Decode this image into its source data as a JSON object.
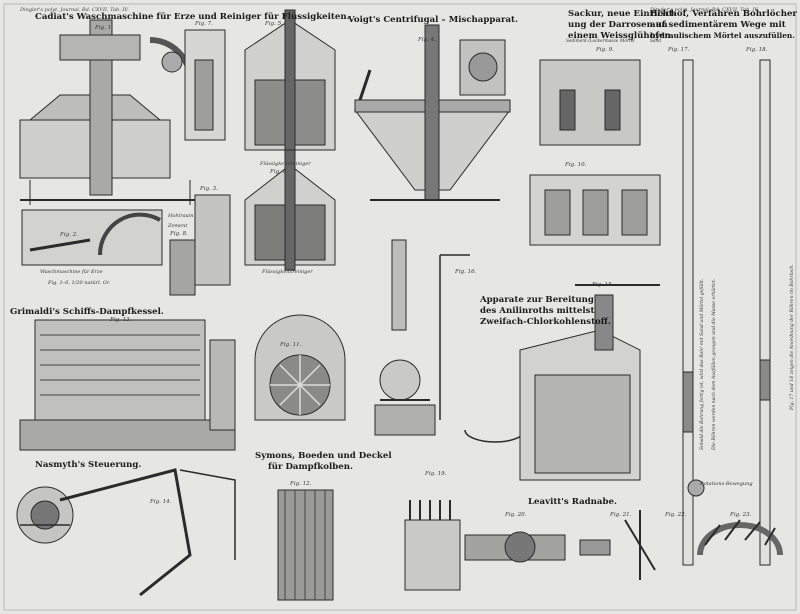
{
  "header": {
    "left": "Dingler's polyt. Journal, Bd. CXVII, Tab. IV.",
    "right": "Dingler's polyt. Journal, Bd. CXVII, Tab. IV."
  },
  "titles": {
    "cadiat": "Cadiat's Waschmaschine für Erze und Reiniger für Flüssigkeiten.",
    "voigt": "Voigt's Centrifugal  –  Mischapparat.",
    "sackur": [
      "Sackur, neue Einricht-",
      "ung der Darrosen an",
      "einem Weissglühofen."
    ],
    "bischof": [
      "Bischof, Verfahren Bohrlöcher",
      "auf sedimentärem Wege mit",
      "hydraulischem Mörtel auszufüllen."
    ],
    "grimaldi": "Grimaldi's Schiffs-Dampfkessel.",
    "apparate": [
      "Apparate zur Bereitung",
      "des Anilinroths mittelst",
      "Zweifach-Chlorkohlenstoff."
    ],
    "nasmyth": "Nasmyth's Steuerung.",
    "symons": [
      "Symons, Boeden und Deckel",
      "für Dampfkolben."
    ],
    "leavitt": "Leavitt's Radnabe."
  },
  "figures": {
    "f1": "Fig. 1.",
    "f2": "Fig. 2.",
    "f3": "Fig. 3.",
    "f4": "Fig. 4.",
    "f5": "Fig. 5.",
    "f6": "Fig. 6.",
    "f7": "Fig. 7.",
    "f8": "Fig. 8.",
    "f9": "Fig. 9.",
    "f10": "Fig. 10.",
    "f11": "Fig. 11.",
    "f12": "Fig. 12.",
    "f13": "Fig. 13.",
    "f14": "Fig. 14.",
    "f15": "Fig. 15.",
    "f16": "Fig. 16.",
    "f17": "Fig. 17.",
    "f18": "Fig. 18.",
    "f19": "Fig. 19.",
    "f20": "Fig. 20.",
    "f21": "Fig. 21.",
    "f22": "Fig. 22.",
    "f23": "Fig. 23."
  },
  "captions": {
    "waschmaschine": "Waschmaschine für Erze",
    "scale": "Fig. 1–6. 1/20 natürl. Gr.",
    "fluessigkeit": "Flüssigkeitsreiniger",
    "fluessigkeit2": "Flüssigkeitsreiniger",
    "hohlraum": "Hohlraum",
    "zement": "Zement",
    "rotations": "Rotations-Bewegung",
    "legend1": "Sediment-/Lockermasse",
    "legend2": "Mörtel",
    "legend3": "Sand"
  },
  "vertical_notes": {
    "a": "Sobald die Bohrung fertig ist, wird das Rohr mit Sand und Mörtel gefüllt.",
    "b": "Die Röhren werden nach dem Ausfüllen gezogen und die Masse erhärtet.",
    "c": "Fig. 17 und 18 zeigen die Anordnung der Röhren im Bohrloch."
  }
}
